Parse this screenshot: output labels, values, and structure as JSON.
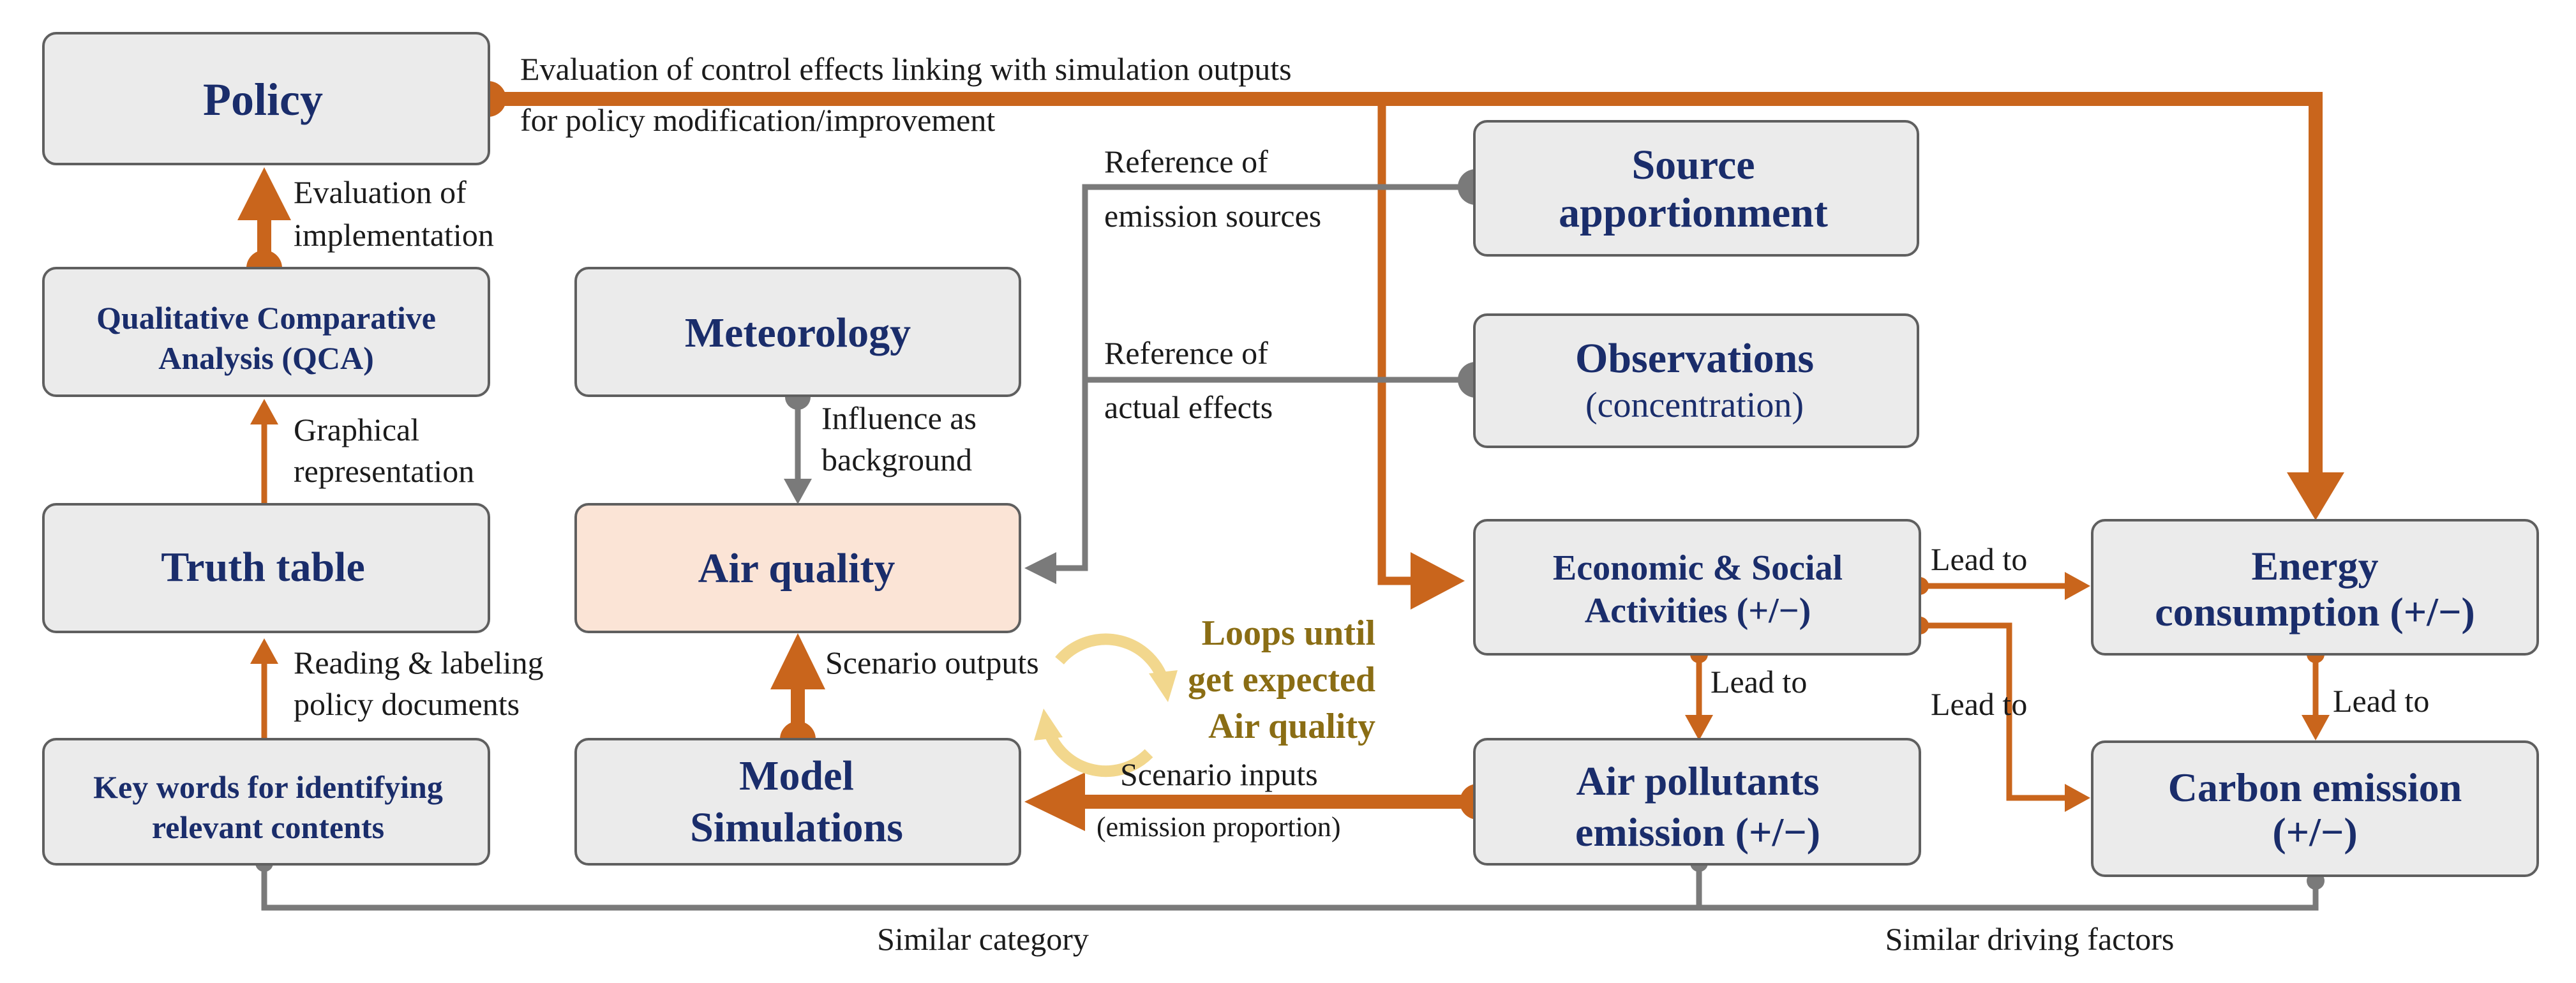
{
  "colors": {
    "orange": "#c9651c",
    "gray": "#7a7a7a",
    "box_fill": "#ebebeb",
    "box_stroke": "#5f5f5f",
    "air_quality_fill": "#fbe4d6",
    "loop_text": "#8a6d14",
    "loop_arrow": "#f2d78d"
  },
  "boxes": {
    "policy": "Policy",
    "qca_line1": "Qualitative Comparative",
    "qca_line2": "Analysis (QCA)",
    "truth_table": "Truth table",
    "keywords_line1": "Key words for identifying",
    "keywords_line2": "relevant contents",
    "meteorology": "Meteorology",
    "air_quality": "Air quality",
    "model_line1": "Model",
    "model_line2": "Simulations",
    "source_line1": "Source",
    "source_line2": "apportionment",
    "observations_line1": "Observations",
    "observations_line2": "(concentration)",
    "econ_line1": "Economic & Social",
    "econ_line2": "Activities (+/−)",
    "pollutants_line1": "Air pollutants",
    "pollutants_line2": "emission (+/−)",
    "energy_line1": "Energy",
    "energy_line2": "consumption (+/−)",
    "carbon_line1": "Carbon emission",
    "carbon_line2": "(+/−)"
  },
  "labels": {
    "eval_control_line1": "Evaluation of control effects linking with simulation outputs",
    "eval_control_line2": "for policy modification/improvement",
    "eval_impl_line1": "Evaluation of",
    "eval_impl_line2": "implementation",
    "graphical_line1": "Graphical",
    "graphical_line2": "representation",
    "reading_line1": "Reading & labeling",
    "reading_line2": "policy documents",
    "ref_emission_line1": "Reference of",
    "ref_emission_line2": "emission sources",
    "ref_actual_line1": "Reference of",
    "ref_actual_line2": "actual effects",
    "influence_line1": "Influence as",
    "influence_line2": "background",
    "scenario_outputs": "Scenario outputs",
    "scenario_inputs": "Scenario inputs",
    "emission_proportion": "(emission proportion)",
    "loop_line1": "Loops until",
    "loop_line2": "get expected",
    "loop_line3": "Air quality",
    "lead_to_energy": "Lead to",
    "lead_to_pollutants": "Lead to",
    "lead_to_carbon": "Lead to",
    "lead_to_carbon2": "Lead to",
    "similar_category": "Similar category",
    "similar_driving": "Similar driving factors"
  }
}
